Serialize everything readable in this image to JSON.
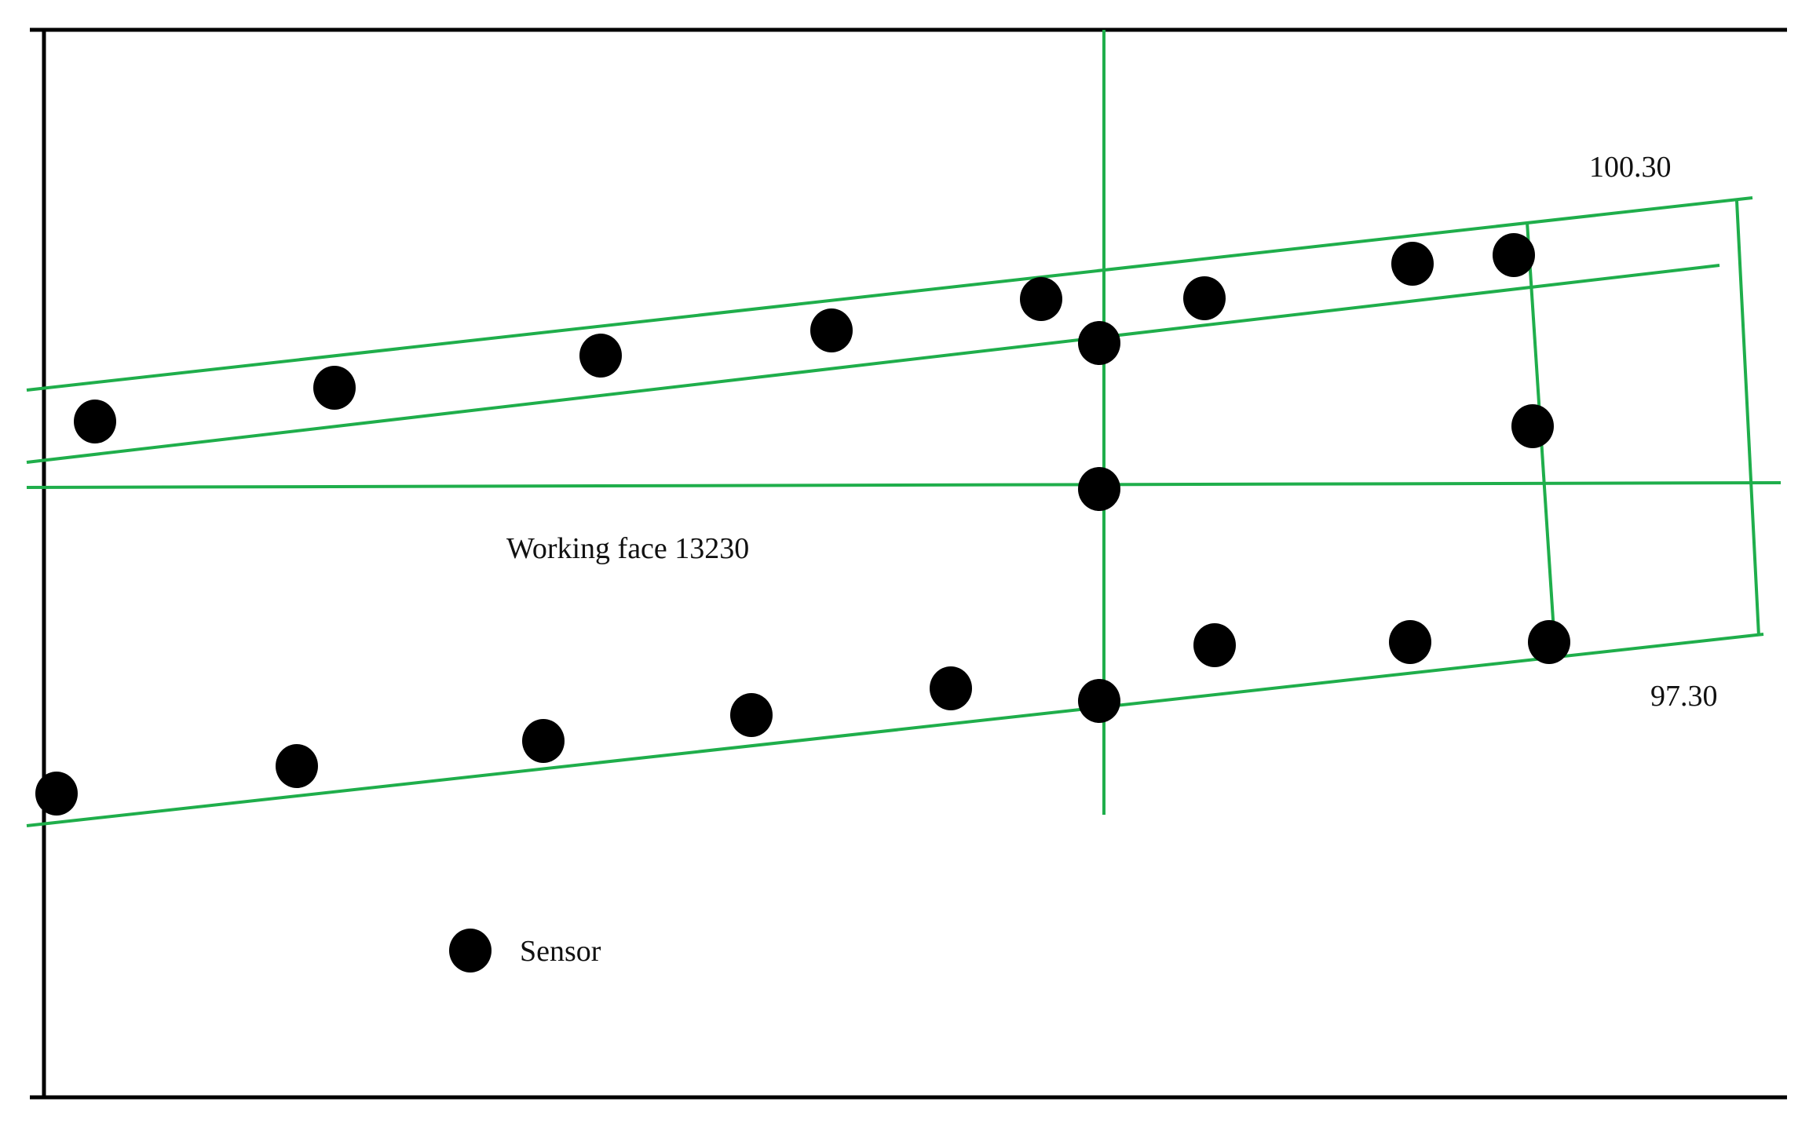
{
  "labels": {
    "working_face": "Working face 13230",
    "elevation_top": "100.30",
    "elevation_bottom": "97.30"
  },
  "legend": {
    "sensor_label": "Sensor"
  },
  "colors": {
    "roadway_line": "#1fae4b",
    "frame_line": "#000000",
    "sensor_marker": "#000000",
    "background": "#ffffff"
  }
}
